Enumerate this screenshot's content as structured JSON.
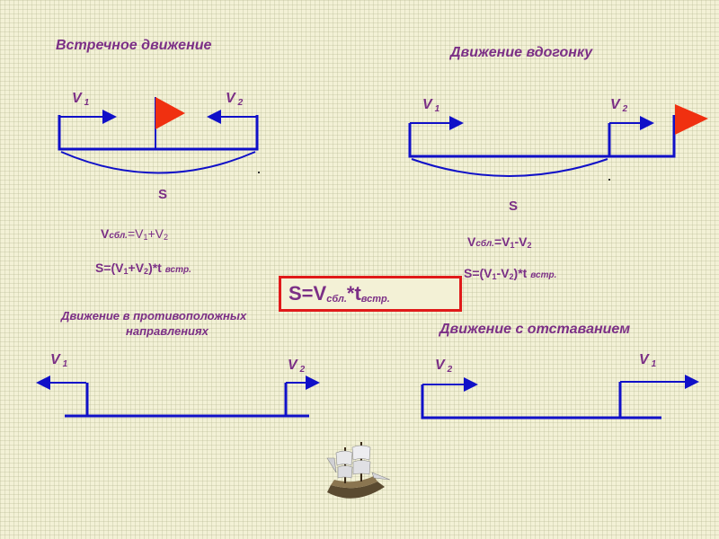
{
  "titles": {
    "oncoming": "Встречное движение",
    "catchup": "Движение вдогонку",
    "opposite_line1": "Движение в противоположных",
    "opposite_line2": "направлениях",
    "lagging": "Движение с отставанием"
  },
  "labels": {
    "v": "V",
    "i1": "1",
    "i2": "2",
    "s": "S"
  },
  "formulas": {
    "v_prefix": "V",
    "closing_sub": "сбл.",
    "sum_rest1": "=V",
    "sum_plus": "+V",
    "diff_rest1": "=V",
    "diff_minus": "-V",
    "s_open": "S=(V",
    "s_plus": "+V",
    "s_minus": "-V",
    "s_close": ")*t",
    "meet_sub": "встр.",
    "one": "1",
    "two": "2"
  },
  "main_formula": {
    "prefix": "S=V",
    "sub1": "сбл.",
    "mid": "*t",
    "sub2": "встр."
  },
  "colors": {
    "line": "#1010c8",
    "flag": "#f03010",
    "text": "#7b2f86",
    "box_border": "#e01a1a"
  },
  "icons": {
    "ship": "sailing-ship-icon",
    "flag": "flag-icon"
  }
}
